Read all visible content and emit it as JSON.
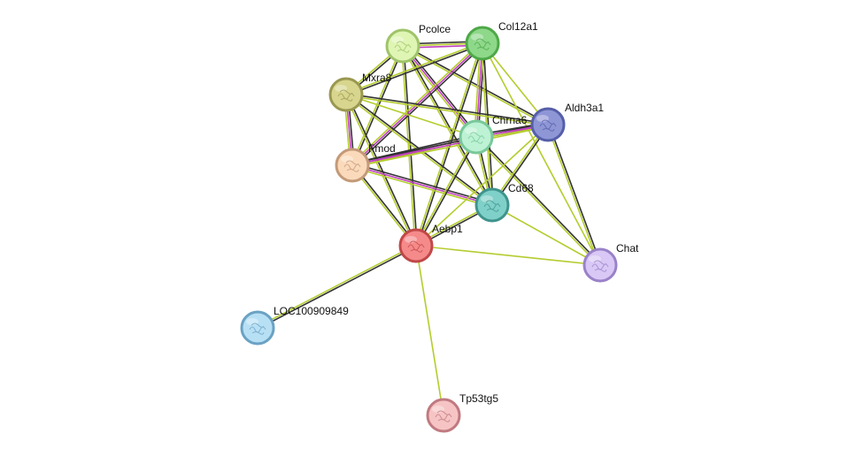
{
  "network": {
    "edge_colors": {
      "coexpression": "#333333",
      "textmining": "#b5cc2e",
      "experiments": "#c040c0",
      "databases": "#40c0c8"
    },
    "nodes": [
      {
        "id": "Pcolce",
        "label": "Pcolce",
        "fill": "#dff5b4",
        "ring": "#9fc46a"
      },
      {
        "id": "Col12a1",
        "label": "Col12a1",
        "fill": "#8ed88a",
        "ring": "#4ea848"
      },
      {
        "id": "Mxra8",
        "label": "Mxra8",
        "fill": "#d8d68e",
        "ring": "#9a9850"
      },
      {
        "id": "Aldh3a1",
        "label": "Aldh3a1",
        "fill": "#8f96d6",
        "ring": "#555fa8"
      },
      {
        "id": "Chrna6",
        "label": "Chrna6",
        "fill": "#bdf2d4",
        "ring": "#78c89a"
      },
      {
        "id": "Fmod",
        "label": "Fmod",
        "fill": "#fadabb",
        "ring": "#c39a78"
      },
      {
        "id": "Cd68",
        "label": "Cd68",
        "fill": "#7fd0c8",
        "ring": "#3f948c"
      },
      {
        "id": "Aebp1",
        "label": "Aebp1",
        "fill": "#f58a8a",
        "ring": "#c04848"
      },
      {
        "id": "Chat",
        "label": "Chat",
        "fill": "#d9c8f5",
        "ring": "#9a82c8"
      },
      {
        "id": "LOC100909849",
        "label": "LOC100909849",
        "fill": "#b8e0f4",
        "ring": "#6aa2c4"
      },
      {
        "id": "Tp53tg5",
        "label": "Tp53tg5",
        "fill": "#f6c4c4",
        "ring": "#c07a80"
      }
    ],
    "edges": [
      {
        "from": "Pcolce",
        "to": "Col12a1",
        "types": [
          "coexpression",
          "textmining",
          "experiments"
        ]
      },
      {
        "from": "Pcolce",
        "to": "Mxra8",
        "types": [
          "coexpression",
          "textmining"
        ]
      },
      {
        "from": "Pcolce",
        "to": "Chrna6",
        "types": [
          "coexpression",
          "experiments",
          "textmining"
        ]
      },
      {
        "from": "Pcolce",
        "to": "Fmod",
        "types": [
          "coexpression",
          "textmining"
        ]
      },
      {
        "from": "Pcolce",
        "to": "Cd68",
        "types": [
          "coexpression",
          "textmining"
        ]
      },
      {
        "from": "Pcolce",
        "to": "Aebp1",
        "types": [
          "coexpression",
          "textmining"
        ]
      },
      {
        "from": "Pcolce",
        "to": "Aldh3a1",
        "types": [
          "coexpression",
          "textmining"
        ]
      },
      {
        "from": "Col12a1",
        "to": "Mxra8",
        "types": [
          "coexpression",
          "textmining"
        ]
      },
      {
        "from": "Col12a1",
        "to": "Chrna6",
        "types": [
          "coexpression",
          "experiments",
          "textmining"
        ]
      },
      {
        "from": "Col12a1",
        "to": "Fmod",
        "types": [
          "coexpression",
          "experiments",
          "textmining"
        ]
      },
      {
        "from": "Col12a1",
        "to": "Cd68",
        "types": [
          "coexpression",
          "textmining"
        ]
      },
      {
        "from": "Col12a1",
        "to": "Aebp1",
        "types": [
          "coexpression",
          "textmining"
        ]
      },
      {
        "from": "Col12a1",
        "to": "Aldh3a1",
        "types": [
          "textmining"
        ]
      },
      {
        "from": "Col12a1",
        "to": "Chat",
        "types": [
          "textmining"
        ]
      },
      {
        "from": "Mxra8",
        "to": "Fmod",
        "types": [
          "coexpression",
          "experiments",
          "textmining"
        ]
      },
      {
        "from": "Mxra8",
        "to": "Chrna6",
        "types": [
          "textmining"
        ]
      },
      {
        "from": "Mxra8",
        "to": "Cd68",
        "types": [
          "coexpression",
          "textmining"
        ]
      },
      {
        "from": "Mxra8",
        "to": "Aebp1",
        "types": [
          "coexpression",
          "textmining"
        ]
      },
      {
        "from": "Mxra8",
        "to": "Aldh3a1",
        "types": [
          "coexpression",
          "textmining"
        ]
      },
      {
        "from": "Fmod",
        "to": "Chrna6",
        "types": [
          "coexpression",
          "experiments",
          "textmining"
        ]
      },
      {
        "from": "Fmod",
        "to": "Cd68",
        "types": [
          "coexpression",
          "experiments",
          "textmining"
        ]
      },
      {
        "from": "Fmod",
        "to": "Aebp1",
        "types": [
          "coexpression",
          "textmining"
        ]
      },
      {
        "from": "Fmod",
        "to": "Aldh3a1",
        "types": [
          "coexpression",
          "experiments",
          "textmining"
        ]
      },
      {
        "from": "Chrna6",
        "to": "Aldh3a1",
        "types": [
          "coexpression",
          "experiments",
          "textmining"
        ]
      },
      {
        "from": "Chrna6",
        "to": "Cd68",
        "types": [
          "coexpression",
          "textmining"
        ]
      },
      {
        "from": "Chrna6",
        "to": "Aebp1",
        "types": [
          "coexpression",
          "textmining"
        ]
      },
      {
        "from": "Chrna6",
        "to": "Chat",
        "types": [
          "coexpression",
          "textmining"
        ]
      },
      {
        "from": "Aldh3a1",
        "to": "Cd68",
        "types": [
          "coexpression",
          "textmining"
        ]
      },
      {
        "from": "Aldh3a1",
        "to": "Aebp1",
        "types": [
          "textmining"
        ]
      },
      {
        "from": "Aldh3a1",
        "to": "Chat",
        "types": [
          "coexpression",
          "textmining"
        ]
      },
      {
        "from": "Cd68",
        "to": "Aebp1",
        "types": [
          "coexpression",
          "textmining"
        ]
      },
      {
        "from": "Cd68",
        "to": "Chat",
        "types": [
          "textmining"
        ]
      },
      {
        "from": "Aebp1",
        "to": "Chat",
        "types": [
          "textmining"
        ]
      },
      {
        "from": "Aebp1",
        "to": "LOC100909849",
        "types": [
          "coexpression",
          "textmining"
        ]
      },
      {
        "from": "Aebp1",
        "to": "Tp53tg5",
        "types": [
          "textmining"
        ]
      }
    ]
  }
}
